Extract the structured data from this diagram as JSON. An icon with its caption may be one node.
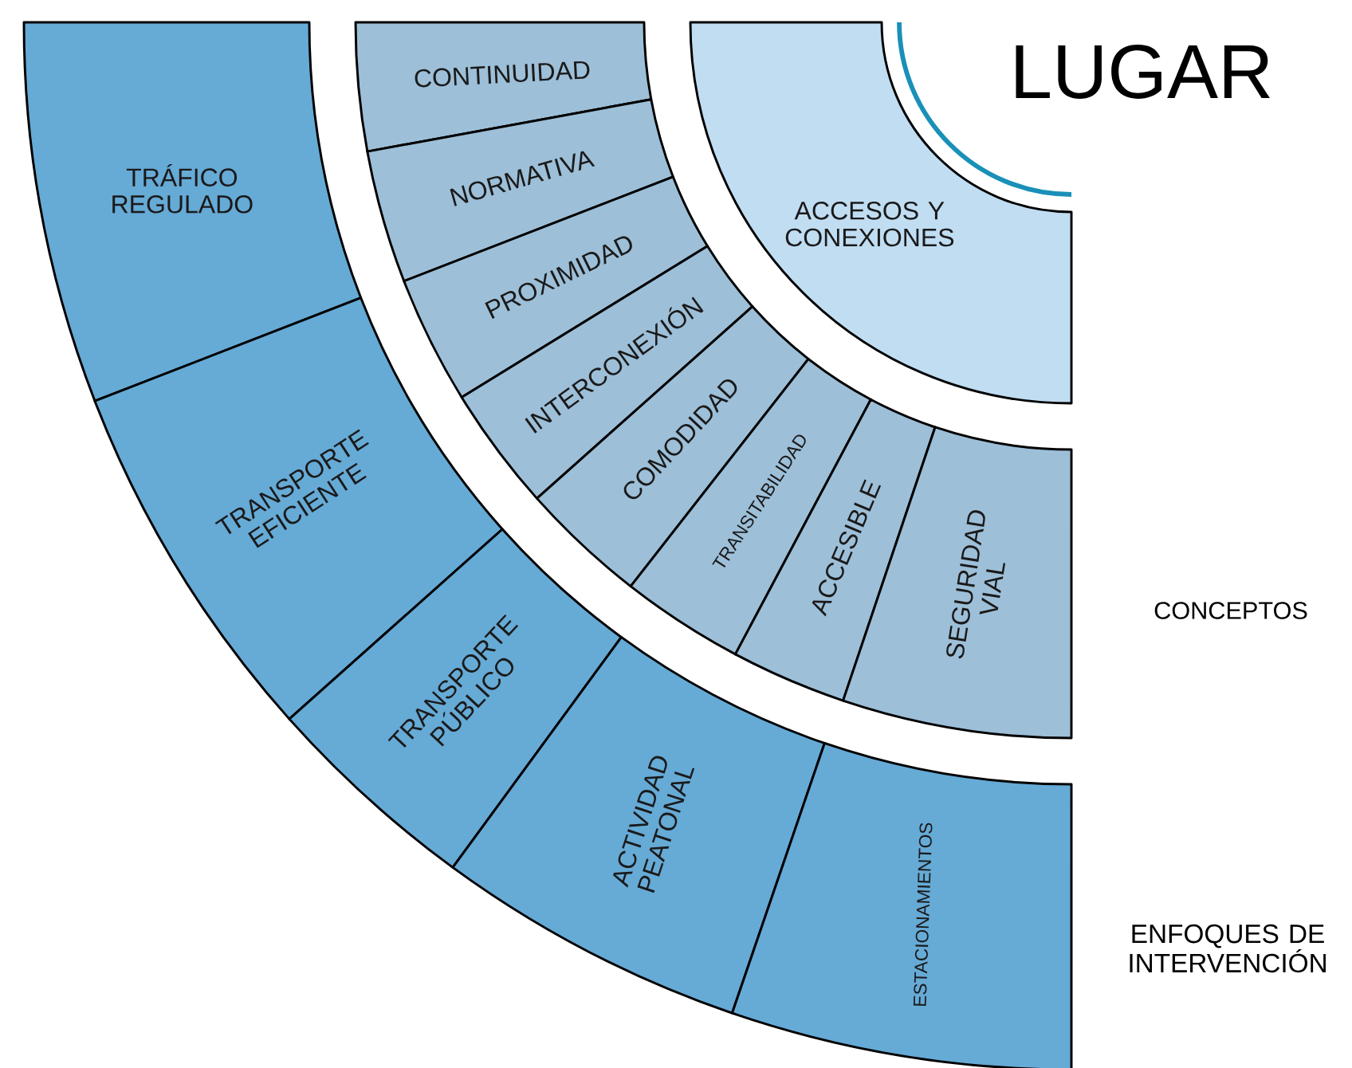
{
  "diagram": {
    "nodes": [
      {
        "text": [
          "TRÁFICO REGULADO"
        ]
      },
      {
        "text": [
          "TRANSPORTE EFICIENTE"
        ]
      },
      {
        "text": [
          "TRANSPORTE PÚBLICO"
        ]
      },
      {
        "text": [
          "ACTIVIDAD PEATONAL"
        ]
      },
      {
        "text": [
          "ESTACIONAMIENTOS"
        ]
      },
      {
        "text": [
          "CONTINUIDAD"
        ]
      },
      {
        "text": [
          "NORMATIVA"
        ]
      },
      {
        "text": [
          "PROXIMIDAD"
        ]
      },
      {
        "text": [
          "INTERCONEXIÓN"
        ]
      },
      {
        "text": [
          "COMODIDAD"
        ]
      },
      {
        "text": [
          "TRANSITABILIDAD"
        ]
      },
      {
        "text": [
          "ACCESIBLE"
        ]
      },
      {
        "text": [
          "SEGURIDAD VIAL"
        ]
      },
      {
        "text": [
          "ACCESOS Y CONEXIONES"
        ]
      }
    ],
    "labels": [
      "LUGAR",
      "CONCEPTOS",
      "ENFOQUES DE INTERVENCIÓN"
    ]
  }
}
